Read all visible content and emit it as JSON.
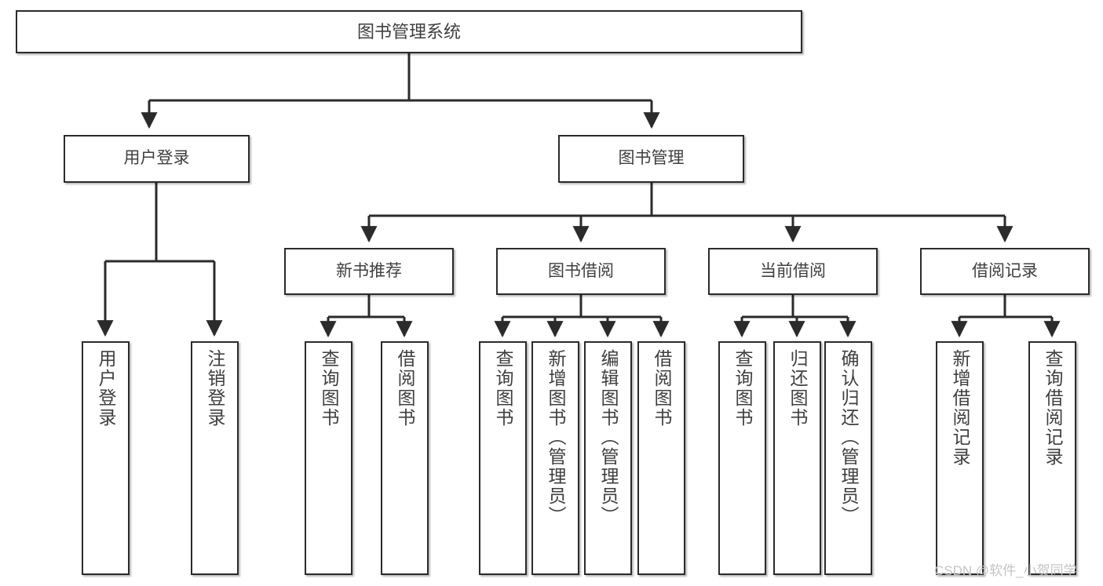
{
  "diagram": {
    "title": "图书管理系统",
    "type": "tree-hierarchy-chart",
    "root": {
      "label": "图书管理系统"
    },
    "level1": [
      {
        "label": "用户登录"
      },
      {
        "label": "图书管理"
      }
    ],
    "level2": [
      {
        "label": "新书推荐"
      },
      {
        "label": "图书借阅"
      },
      {
        "label": "当前借阅"
      },
      {
        "label": "借阅记录"
      }
    ],
    "leaves": {
      "user_login": [
        {
          "label": "用户登录"
        },
        {
          "label": "注销登录"
        }
      ],
      "new_book_recommend": [
        {
          "label": "查询图书"
        },
        {
          "label": "借阅图书"
        }
      ],
      "book_borrow": [
        {
          "label": "查询图书"
        },
        {
          "label": "新增图书（管理员）"
        },
        {
          "label": "编辑图书（管理员）"
        },
        {
          "label": "借阅图书"
        }
      ],
      "current_borrow": [
        {
          "label": "查询图书"
        },
        {
          "label": "归还图书"
        },
        {
          "label": "确认归还（管理员）"
        }
      ],
      "borrow_record": [
        {
          "label": "新增借阅记录"
        },
        {
          "label": "查询借阅记录"
        }
      ]
    }
  },
  "watermark": {
    "text": "CSDN @软件_小贺同学"
  },
  "colors": {
    "border": "#2b2b2b",
    "text": "#3f3f3f",
    "background": "#ffffff",
    "watermark": "#c4c4c4"
  }
}
